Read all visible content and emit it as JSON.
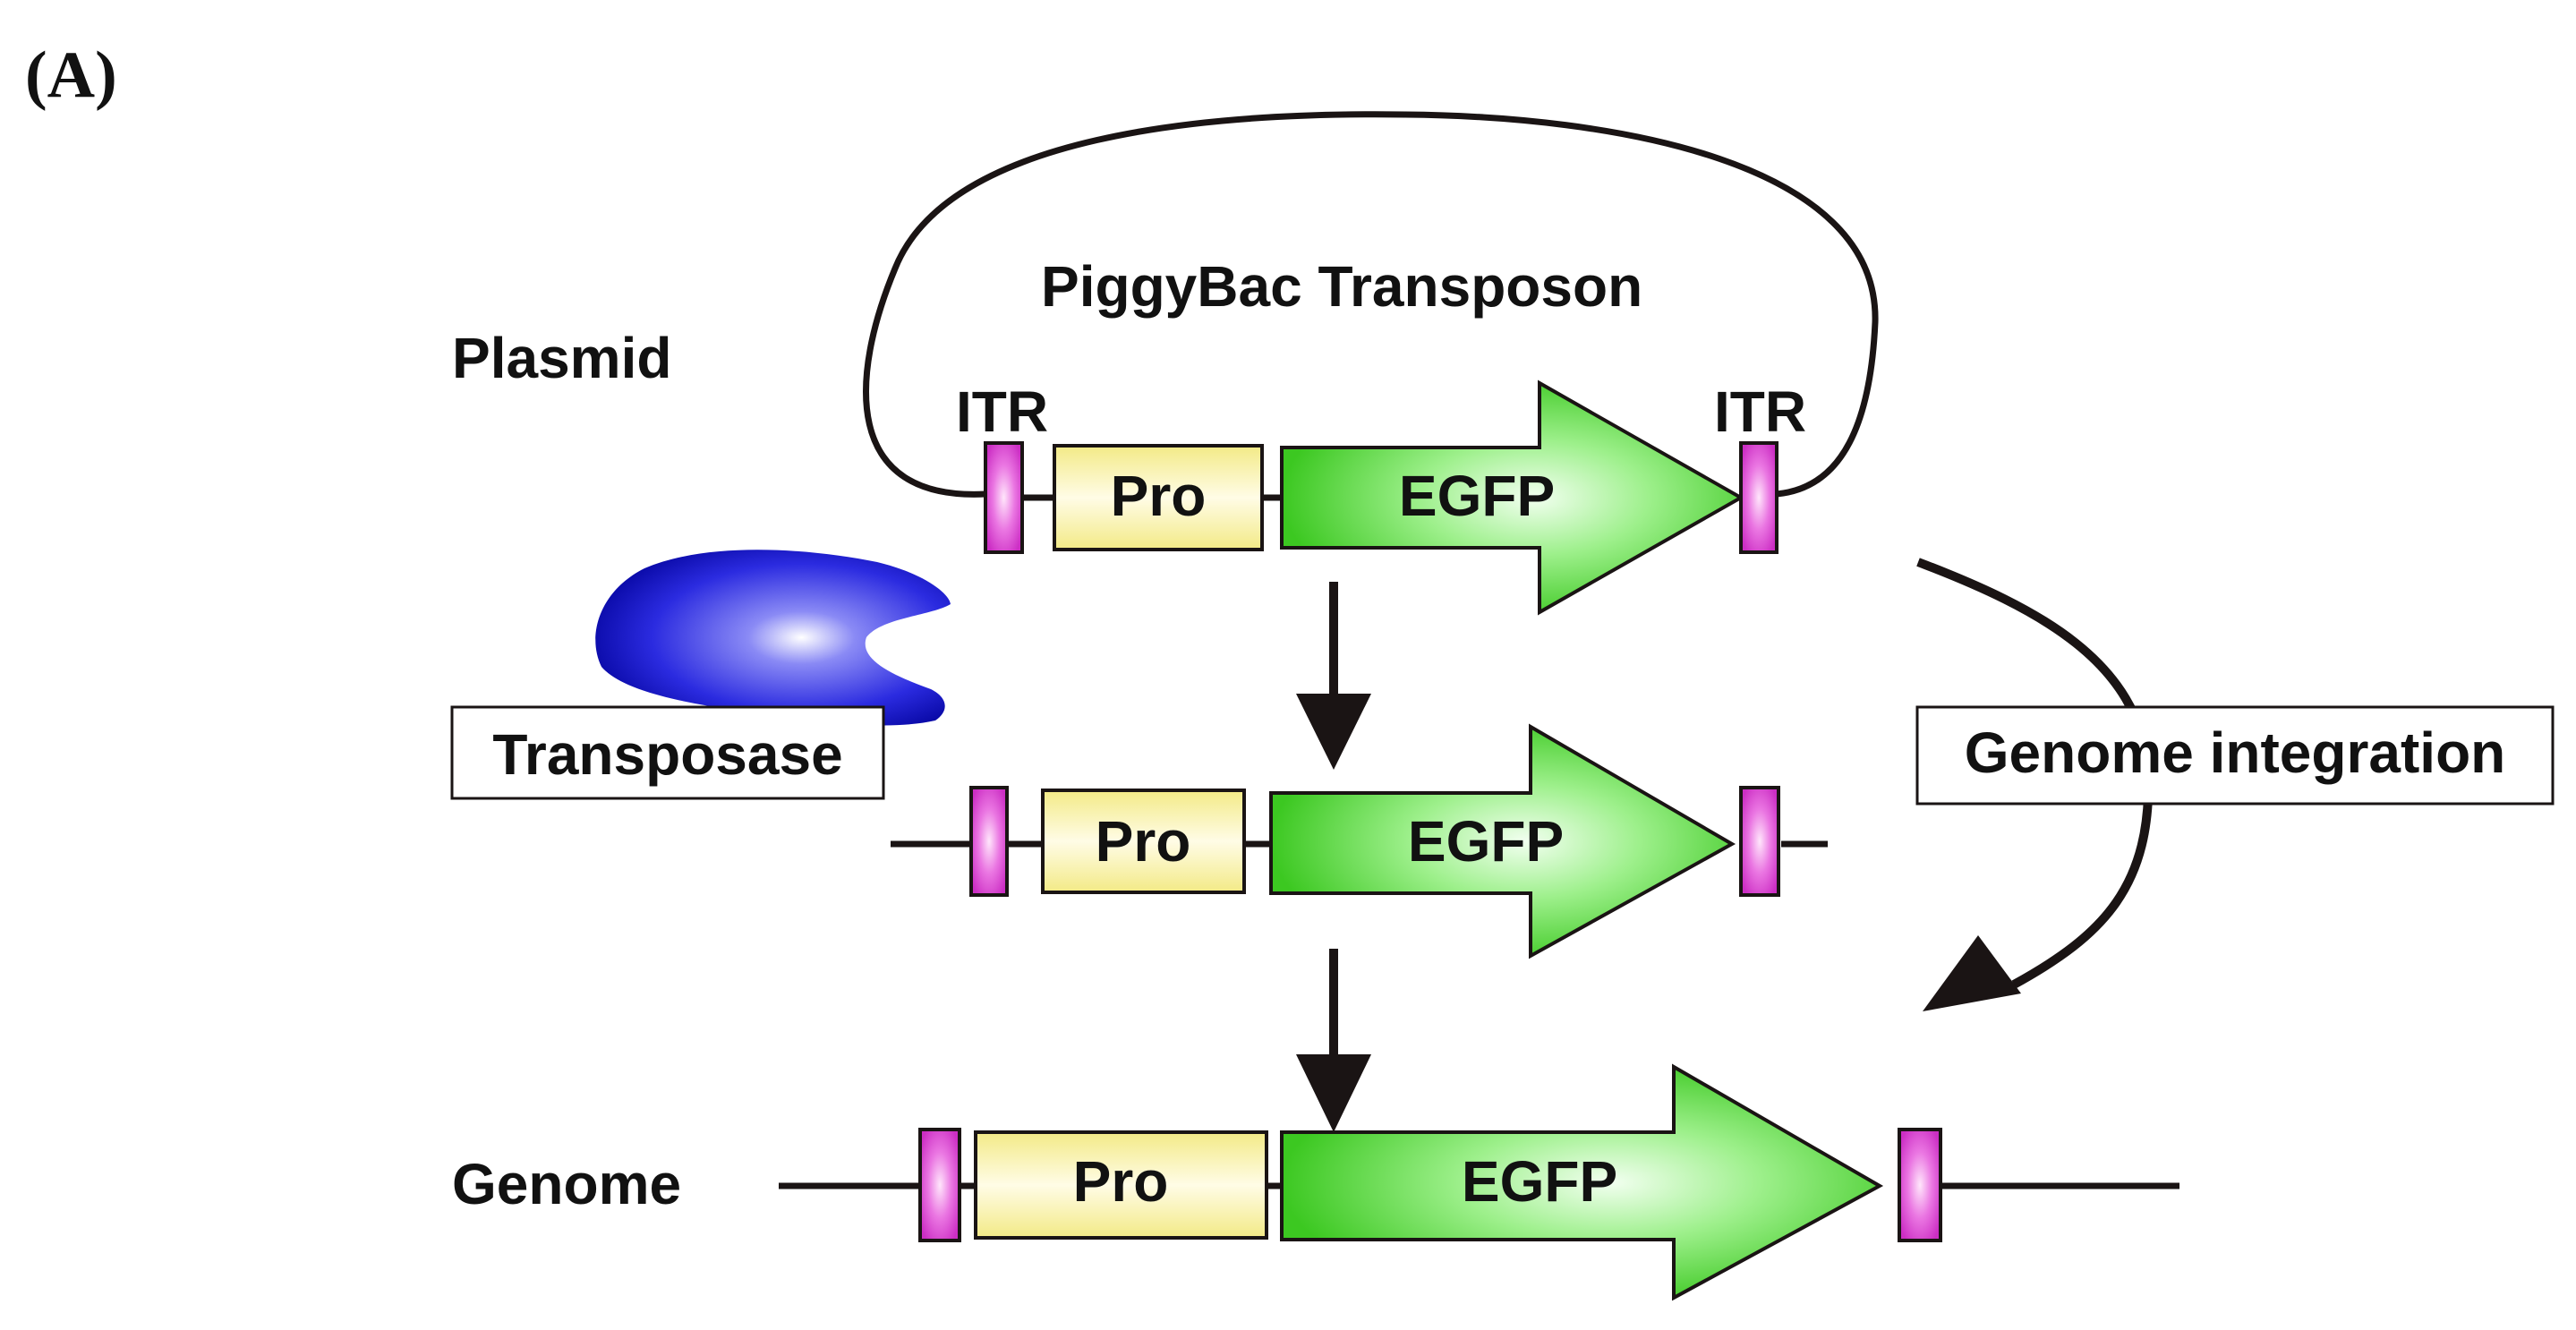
{
  "panel_label": "(A)",
  "labels": {
    "transposon": "PiggyBac Transposon",
    "plasmid": "Plasmid",
    "itr_left": "ITR",
    "itr_right": "ITR",
    "transposase": "Transposase",
    "genome_integration": "Genome integration",
    "genome": "Genome"
  },
  "constructs": [
    {
      "promoter": "Pro",
      "gene": "EGFP"
    },
    {
      "promoter": "Pro",
      "gene": "EGFP"
    },
    {
      "promoter": "Pro",
      "gene": "EGFP"
    }
  ],
  "colors": {
    "itr": "#d63fd0",
    "promoter": "#f7ef98",
    "gene": "#55d83a",
    "transposase": "#1212c8",
    "line": "#1a1414"
  }
}
